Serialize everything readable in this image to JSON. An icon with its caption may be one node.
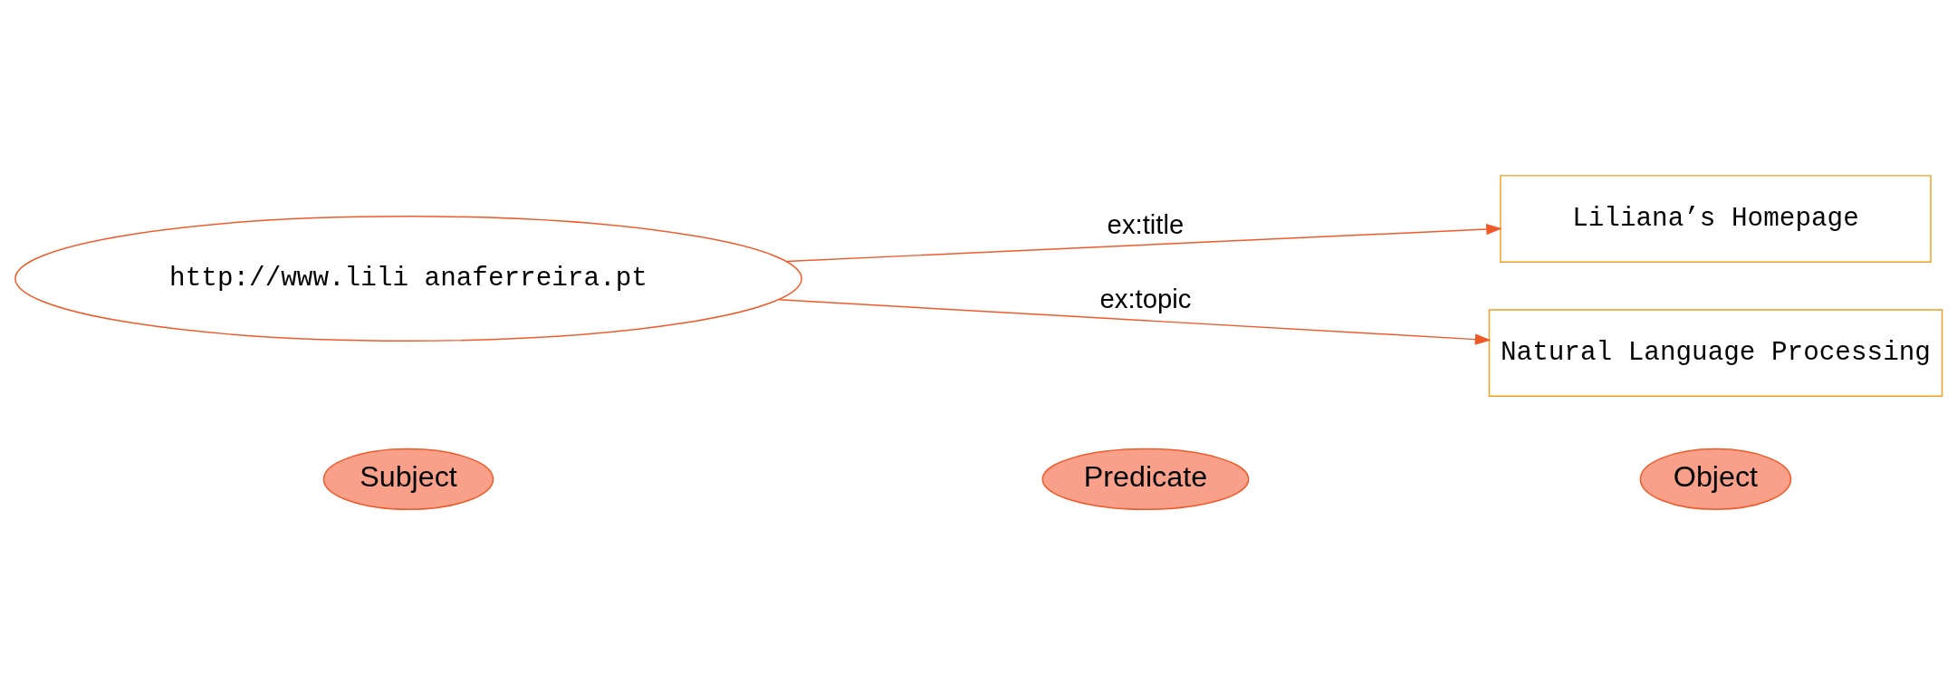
{
  "diagram": {
    "nodes": [
      {
        "text": [
          "Subject"
        ]
      },
      {
        "text": [
          "Predicate"
        ]
      },
      {
        "text": [
          "Object"
        ]
      },
      {
        "text": [
          "http://www.lili anaferreira.pt"
        ]
      },
      {
        "text": [
          "Liliana’s Homepage"
        ]
      },
      {
        "text": [
          "Natural Language Processing"
        ]
      }
    ],
    "edges": [
      {
        "from": 3,
        "to": 4,
        "arrow": "to",
        "label": "ex:title"
      },
      {
        "from": 3,
        "to": 5,
        "arrow": "to",
        "label": "ex:topic"
      }
    ]
  }
}
